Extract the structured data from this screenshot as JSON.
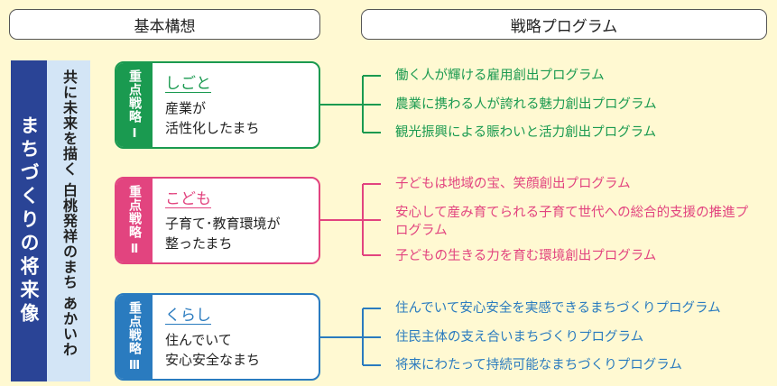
{
  "headers": {
    "basic": "基本構想",
    "strategy": "戦略プログラム"
  },
  "vision": "まちづくりの将来像",
  "slogan": "共に未来を描く 白桃発祥のまち あかいわ",
  "band_label": "重点戦略",
  "pillars": [
    {
      "num": "Ⅰ",
      "title": "しごと",
      "desc1": "産業が",
      "desc2": "活性化したまち",
      "color": "#1a9a50",
      "programs": [
        "働く人が輝ける雇用創出プログラム",
        "農業に携わる人が誇れる魅力創出プログラム",
        "観光振興による賑わいと活力創出プログラム"
      ]
    },
    {
      "num": "Ⅱ",
      "title": "こども",
      "desc1": "子育て･教育環境が",
      "desc2": "整ったまち",
      "color": "#e2447f",
      "programs": [
        "子どもは地域の宝、笑顔創出プログラム",
        "安心して産み育てられる子育て世代への総合的支援の推進プログラム",
        "子どもの生きる力を育む環境創出プログラム"
      ]
    },
    {
      "num": "Ⅲ",
      "title": "くらし",
      "desc1": "住んでいて",
      "desc2": "安心安全なまち",
      "color": "#2a7bbf",
      "programs": [
        "住んでいて安心安全を実感できるまちづくりプログラム",
        "住民主体の支え合いまちづくりプログラム",
        "将来にわたって持続可能なまちづくりプログラム"
      ]
    }
  ]
}
